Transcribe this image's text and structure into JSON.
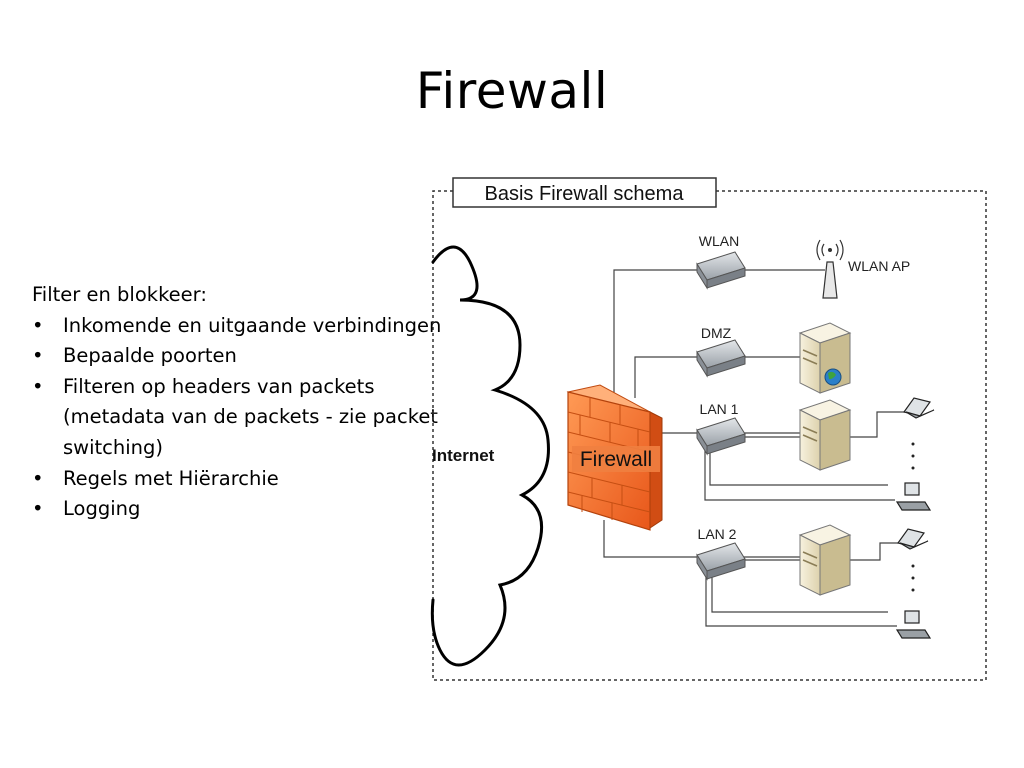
{
  "slide": {
    "title": "Firewall",
    "intro": "Filter en blokkeer:",
    "bullets": [
      "Inkomende en uitgaande verbindingen",
      "Bepaalde poorten",
      "Filteren op headers van packets (metadata van de packets - zie packet switching)",
      "Regels met Hiërarchie",
      "Logging"
    ]
  },
  "diagram": {
    "title": "Basis Firewall schema",
    "internet_label": "Internet",
    "firewall_label": "Firewall",
    "wlan_label": "WLAN",
    "wlan_ap_label": "WLAN AP",
    "dmz_label": "DMZ",
    "lan1_label": "LAN 1",
    "lan2_label": "LAN 2",
    "colors": {
      "firewall": "#f0702a",
      "server": "#efe6c8",
      "switch": "#c6cbd0"
    }
  }
}
